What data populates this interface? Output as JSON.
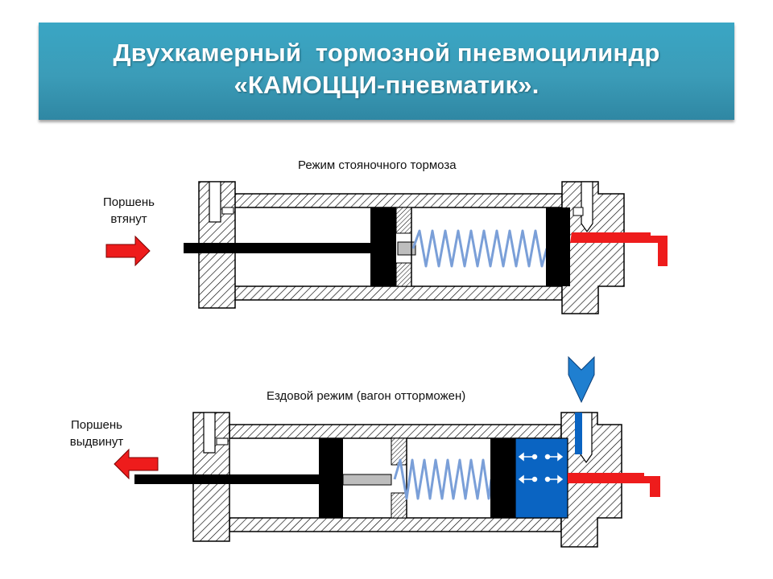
{
  "title": {
    "line1": "Двухкамерный  тормозной пневмоцилиндр",
    "line2": "«КАМОЦЦИ-пневматик»."
  },
  "top_diagram": {
    "caption": "Режим стояночного тормоза",
    "side_label_line1": "Поршень",
    "side_label_line2": "втянут",
    "arrow_color": "#ee1c1c"
  },
  "bottom_diagram": {
    "caption": "Ездовой режим (вагон отторможен)",
    "side_label_line1": "Поршень",
    "side_label_line2": "выдвинут",
    "arrow_color": "#ee1c1c",
    "air_chamber_color": "#0a64c2",
    "air_inlet_arrow_color": "#1f7fd0"
  },
  "colors": {
    "spring": "#7a9fd8",
    "rod": "#000000",
    "outlet_pipe": "#ee1c1c"
  }
}
